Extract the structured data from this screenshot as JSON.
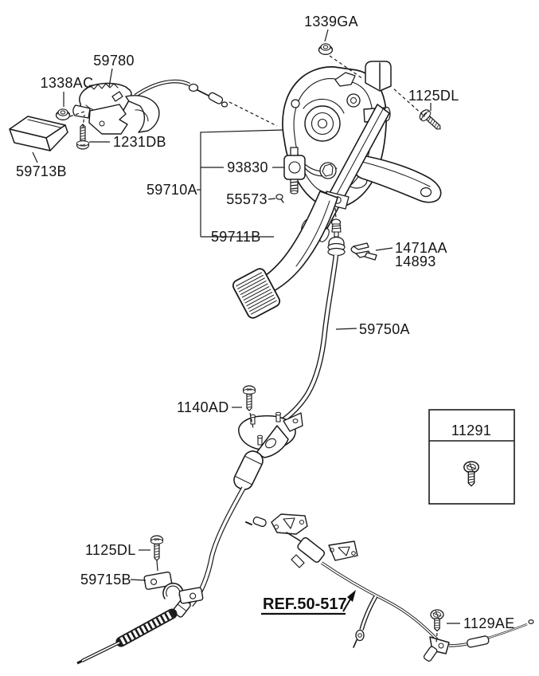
{
  "diagram": {
    "type": "exploded-parts-diagram",
    "colors": {
      "background": "#ffffff",
      "line": "#1a1a1a"
    },
    "callouts": {
      "c1339ga": "1339GA",
      "c59780": "59780",
      "c1338ac": "1338AC",
      "c1125dl_top": "1125DL",
      "c1231db": "1231DB",
      "c59713b": "59713B",
      "c93830": "93830",
      "c59710a": "59710A",
      "c55573": "55573",
      "c59711b": "59711B",
      "c1471aa": "1471AA",
      "c14893": "14893",
      "c59750a": "59750A",
      "c1140ad": "1140AD",
      "c11291": "11291",
      "c1125dl_bottom": "1125DL",
      "c59715b": "59715B",
      "cref": "REF.50-517",
      "c1129ae": "1129AE"
    }
  }
}
